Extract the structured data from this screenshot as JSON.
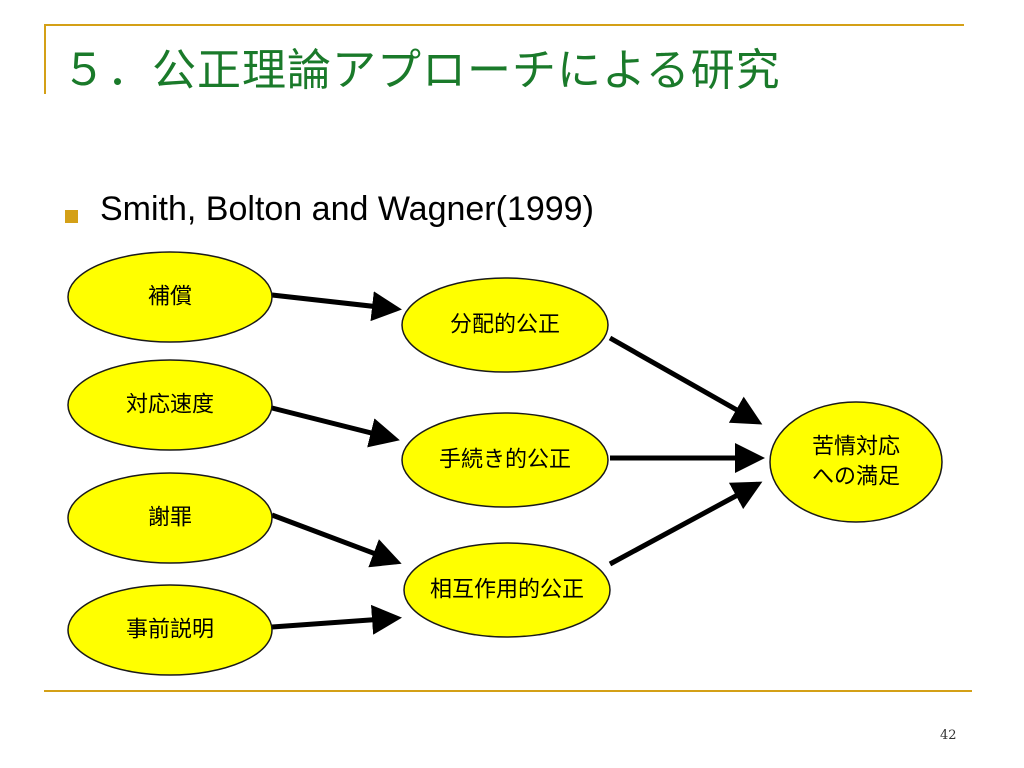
{
  "slide": {
    "title": "５．公正理論アプローチによる研究",
    "subtitle": "Smith, Bolton and Wagner(1999)",
    "page_number": "42"
  },
  "diagram": {
    "node_fill": "#ffff00",
    "accent": "#d4a017",
    "title_color": "#1a7a2a",
    "nodes": [
      {
        "id": "compensation",
        "lines": [
          "補償"
        ]
      },
      {
        "id": "response-speed",
        "lines": [
          "対応速度"
        ]
      },
      {
        "id": "apology",
        "lines": [
          "謝罪"
        ]
      },
      {
        "id": "prior-explanation",
        "lines": [
          "事前説明"
        ]
      },
      {
        "id": "distributive-justice",
        "lines": [
          "分配的公正"
        ]
      },
      {
        "id": "procedural-justice",
        "lines": [
          "手続き的公正"
        ]
      },
      {
        "id": "interactional-justice",
        "lines": [
          "相互作用的公正"
        ]
      },
      {
        "id": "complaint-satisfaction",
        "lines": [
          "苦情対応",
          "への満足"
        ]
      }
    ],
    "edges": [
      [
        "compensation",
        "distributive-justice"
      ],
      [
        "response-speed",
        "procedural-justice"
      ],
      [
        "apology",
        "interactional-justice"
      ],
      [
        "prior-explanation",
        "interactional-justice"
      ],
      [
        "distributive-justice",
        "complaint-satisfaction"
      ],
      [
        "procedural-justice",
        "complaint-satisfaction"
      ],
      [
        "interactional-justice",
        "complaint-satisfaction"
      ]
    ]
  }
}
